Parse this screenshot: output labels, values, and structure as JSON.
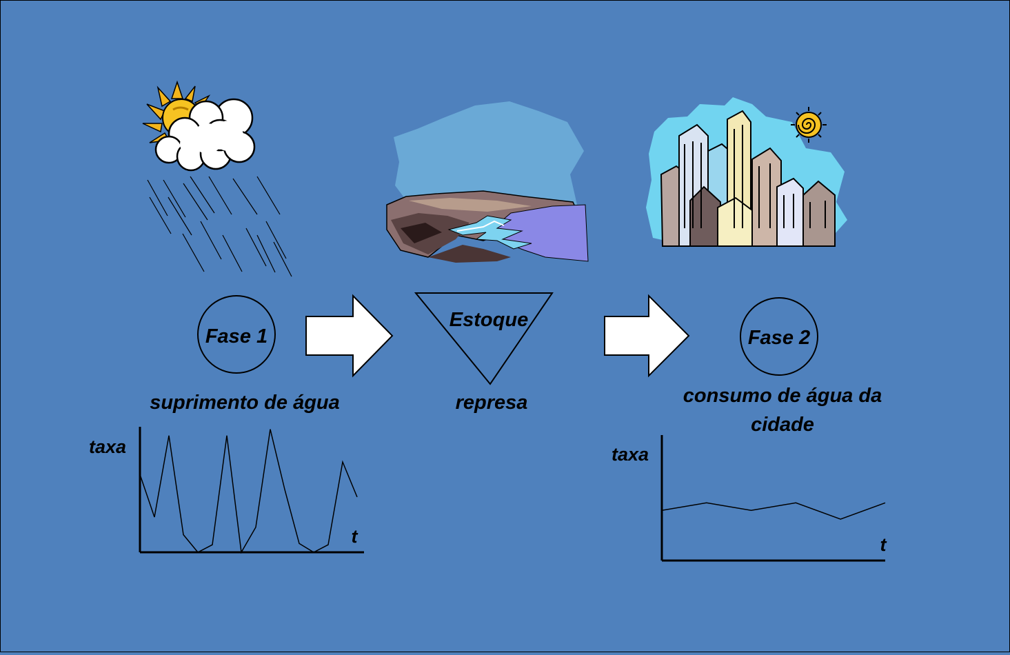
{
  "phase1": {
    "circle_label": "Fase 1",
    "caption": "suprimento de água",
    "y_label": "taxa",
    "x_label": "t",
    "icon": "sun-cloud-rain-icon"
  },
  "stock": {
    "label": "Estoque",
    "caption": "represa",
    "icon": "reservoir-landscape-icon"
  },
  "phase2": {
    "circle_label": "Fase 2",
    "caption_line1": "consumo de água da",
    "caption_line2": "cidade",
    "y_label": "taxa",
    "x_label": "t",
    "icon": "city-skyline-icon"
  },
  "colors": {
    "background": "#4f81bd",
    "arrow_fill": "#ffffff",
    "stroke": "#000000"
  },
  "chart_data": [
    {
      "type": "line",
      "ylabel": "taxa",
      "xlabel": "t",
      "x": [
        0,
        1,
        2,
        3,
        4,
        5,
        6,
        7,
        8,
        9,
        10,
        11,
        12,
        13,
        14,
        15
      ],
      "values": [
        0.62,
        0.28,
        0.93,
        0.14,
        0.0,
        0.06,
        0.93,
        0.0,
        0.2,
        0.98,
        0.5,
        0.07,
        0.0,
        0.06,
        0.72,
        0.44
      ]
    },
    {
      "type": "line",
      "ylabel": "taxa",
      "xlabel": "t",
      "x": [
        0,
        1,
        2,
        3,
        4,
        5
      ],
      "values": [
        0.4,
        0.46,
        0.4,
        0.46,
        0.33,
        0.46
      ]
    }
  ]
}
